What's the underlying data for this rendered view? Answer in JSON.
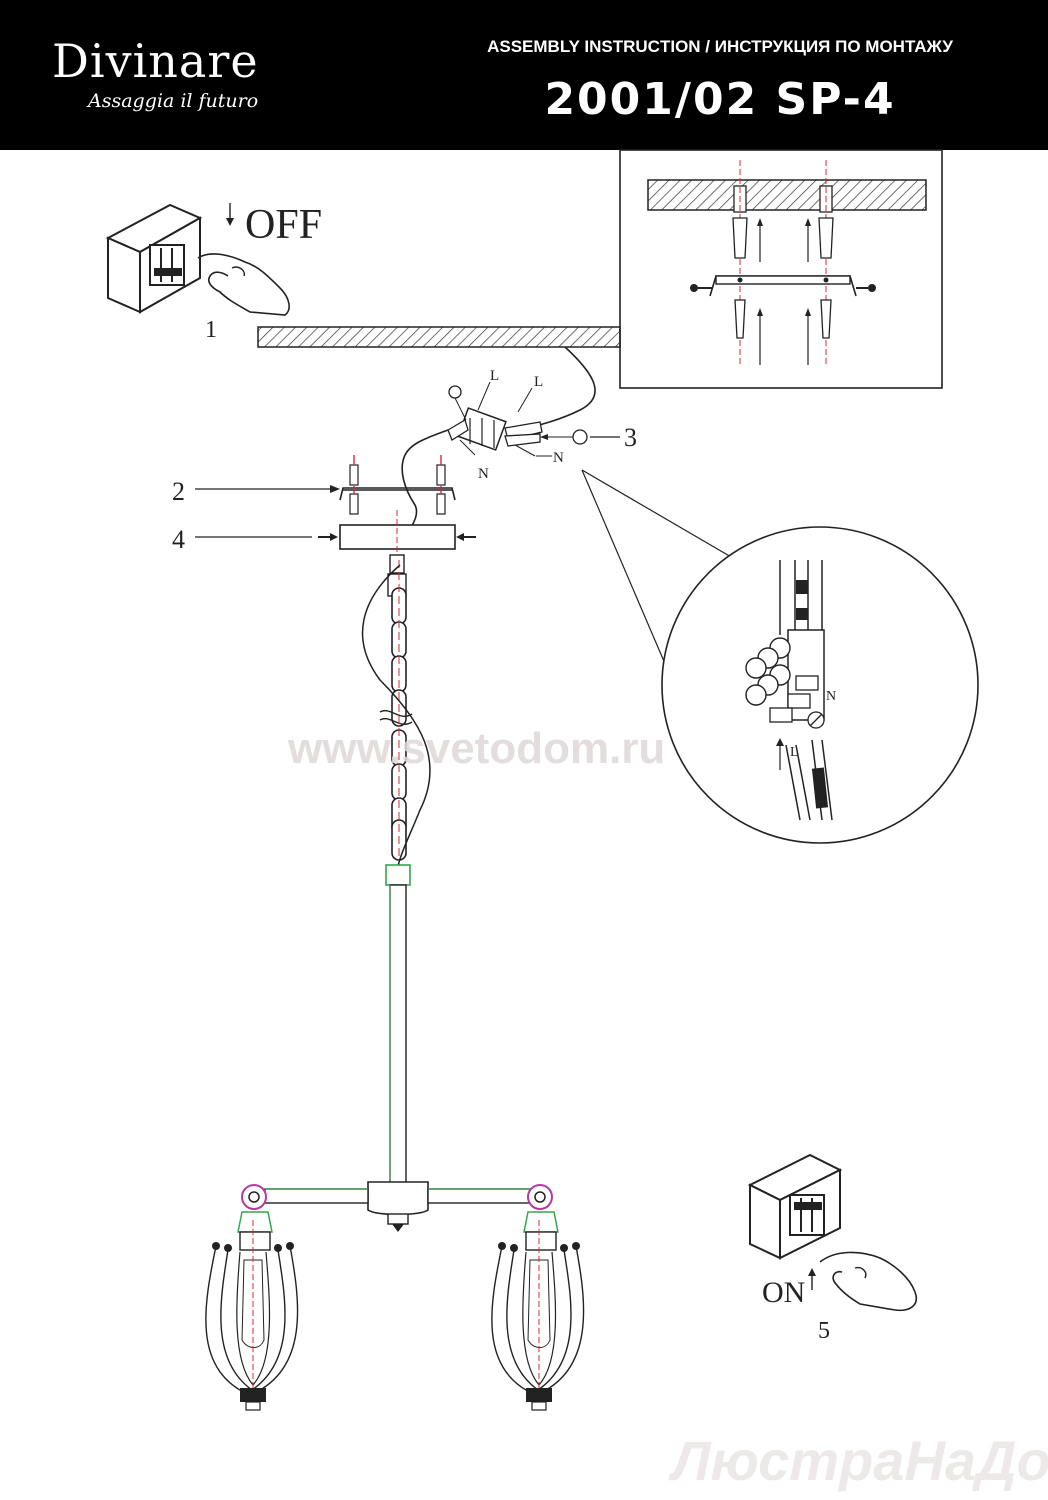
{
  "header": {
    "brand": "Divinare",
    "tagline": "Assaggia il futuro",
    "title": "ASSEMBLY INSTRUCTION / ИНСТРУКЦИЯ ПО МОНТАЖУ",
    "model": "2001/02 SP-4"
  },
  "steps": {
    "off_label": "OFF",
    "on_label": "ON",
    "step1": "1",
    "step2": "2",
    "step3": "3",
    "step4": "4",
    "step5": "5"
  },
  "wires": {
    "l_label": "L",
    "n_label": "N"
  },
  "watermarks": {
    "site": "www.svetodom.ru",
    "shop": "ЛюстраНаДом"
  },
  "colors": {
    "accent_green": "#3aa44a",
    "accent_red": "#d8283a",
    "accent_magenta": "#b23aa0"
  }
}
